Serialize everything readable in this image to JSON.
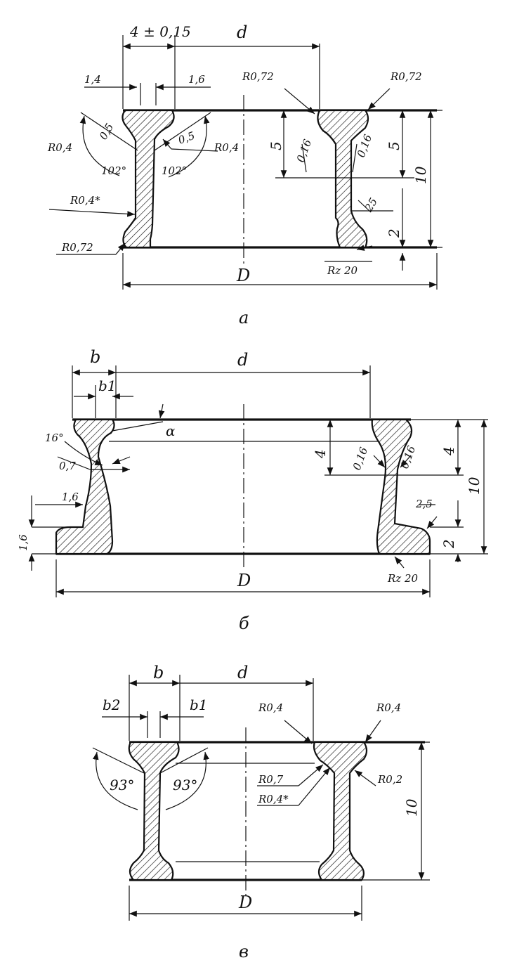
{
  "drawing_a": {
    "caption": "а",
    "dims": {
      "width_tol": "4 ± 0,15",
      "d": "d",
      "D": "D",
      "t1": "1,4",
      "t2": "1,6",
      "r_top_left": "R0,72",
      "r_top_right": "R0,72",
      "r_left_1": "R0,4",
      "r_left_2": "R0,4*",
      "r_left_3": "R0,72",
      "r_inner": "R0,4",
      "ang1": "102°",
      "ang2": "102°",
      "s1": "0,5",
      "s2": "0,5",
      "s3": "0,16",
      "s4": "0,16",
      "h5a": "5",
      "h5b": "5",
      "h10": "10",
      "h2": "2",
      "p25": "25",
      "rz": "Rz 20"
    }
  },
  "drawing_b": {
    "caption": "б",
    "dims": {
      "b": "b",
      "b1": "b1",
      "d": "d",
      "D": "D",
      "alpha": "α",
      "ang16": "16°",
      "v07": "0,7",
      "v16": "1,6",
      "v16v": "1,6",
      "h4a": "4",
      "h4b": "4",
      "h10": "10",
      "h2": "2",
      "s1": "0,16",
      "s2": "0,16",
      "v25": "2,5",
      "rz": "Rz 20"
    }
  },
  "drawing_v": {
    "caption": "в",
    "dims": {
      "b": "b",
      "b1": "b1",
      "b2": "b2",
      "d": "d",
      "D": "D",
      "r1": "R0,4",
      "r2": "R0,4",
      "r3": "R0,7",
      "r4": "R0,4*",
      "r5": "R0,2",
      "ang1": "93°",
      "ang2": "93°",
      "h10": "10"
    }
  }
}
